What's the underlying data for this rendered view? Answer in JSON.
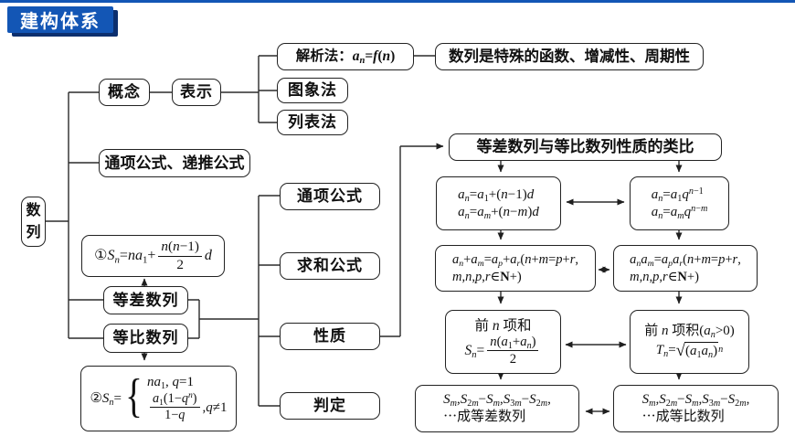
{
  "colors": {
    "accent": "#1356b5",
    "accent_dark": "#0c2f6e",
    "line": "#2b2b2b"
  },
  "header": {
    "badge_label": "建构体系"
  },
  "root": {
    "label": "数列"
  },
  "concept_branch": {
    "concept": "概念",
    "representation": "表示",
    "methods": {
      "analytic": "解析法：a_n=f(n)",
      "graphical": "图象法",
      "tabular": "列表法",
      "note": "数列是特殊的函数、增减性、周期性"
    }
  },
  "formula_branch": {
    "label": "通项公式、递推公式"
  },
  "sequences": {
    "arithmetic": "等差数列",
    "geometric": "等比数列",
    "sum_formula_arith": {
      "prefix": "①S_n=na_1+",
      "num": "n(n−1)",
      "den": "2",
      "suffix": "d"
    },
    "sum_formula_geom": {
      "prefix": "②S_n=",
      "brace": "{",
      "case1": "na_1, q=1",
      "case2_num": "a_1(1−q^n)",
      "case2_den": "1−q",
      "case2_suffix": ",q≠1"
    }
  },
  "aspects": {
    "general": "通项公式",
    "sum": "求和公式",
    "property": "性质",
    "judgement": "判定"
  },
  "analogy": {
    "title": "等差数列与等比数列性质的类比",
    "arith_general": [
      "a_n=a_1+(n−1)d",
      "a_n=a_m+(n−m)d"
    ],
    "geom_general": [
      "a_n=a_1q^{n−1}",
      "a_n=a_mq^{n−m}"
    ],
    "arith_term_sum": [
      "a_n+a_m=a_p+a_r(n+m=p+r,",
      "m,n,p,r∈\\b{N}+)"
    ],
    "geom_term_prod": [
      "a_na_m=a_pa_r(n+m=p+r,",
      "m,n,p,r∈\\b{N}+)"
    ],
    "arith_sum": {
      "title": "前 n 项和",
      "prefix": "S_n=",
      "num": "n(a_1+a_n)",
      "den": "2"
    },
    "geom_prod": {
      "title": "前 n 项积(a_n>0)",
      "prefix": "T_n=",
      "radical": "√",
      "radicand": "(a_1a_n)",
      "exp": "n"
    },
    "arith_blocks": [
      "S_m,S_{2m}−S_m,S_{3m}−S_{2m},",
      "⋯成等差数列"
    ],
    "geom_blocks": [
      "S_m,S_{2m}−S_m,S_{3m}−S_{2m},",
      "⋯成等比数列"
    ]
  }
}
